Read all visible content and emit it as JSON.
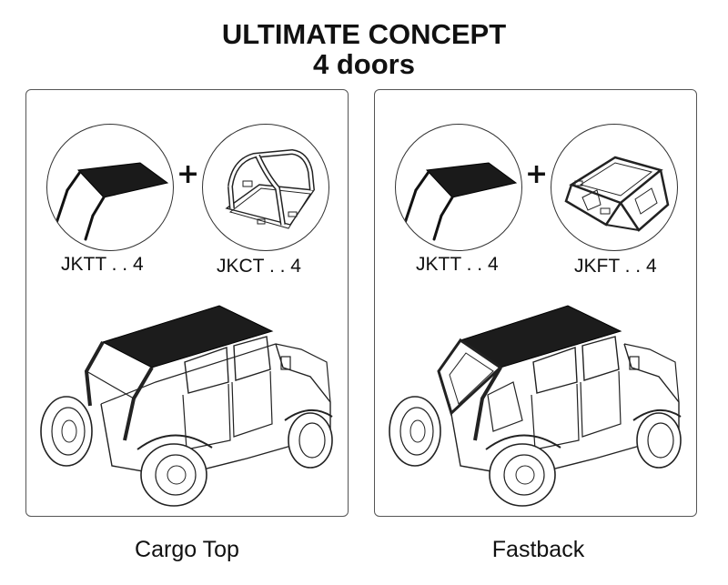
{
  "title": {
    "line1": "ULTIMATE CONCEPT",
    "line2": "4 doors"
  },
  "panels": [
    {
      "left_part": "JKTT . . 4",
      "plus": "+",
      "right_part": "JKCT . . 4",
      "caption": "Cargo Top"
    },
    {
      "left_part": "JKTT . . 4",
      "plus": "+",
      "right_part": "JKFT . . 4",
      "caption": "Fastback"
    }
  ]
}
